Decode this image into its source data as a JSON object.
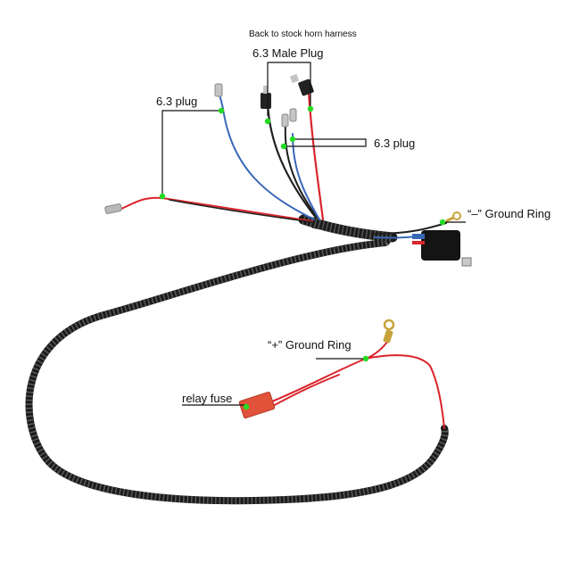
{
  "labels": {
    "back_to_stock": "Back to stock horn harness",
    "male_plug": "6.3 Male Plug",
    "plug_left": "6.3 plug",
    "plug_right": "6.3 plug",
    "ground_neg": "“–” Ground Ring",
    "ground_pos": "“+” Ground Ring",
    "relay_fuse": "relay fuse"
  },
  "colors": {
    "loom": "#1b1b1b",
    "wire_red": "#d9252b",
    "wire_blue": "#3a68b8",
    "wire_black": "#202020",
    "marker": "#22dd22",
    "leader": "#111111",
    "fuse": "#e0523a",
    "relay": "#141414",
    "terminal": "#b9b9b9",
    "ring": "#c8a23a"
  }
}
